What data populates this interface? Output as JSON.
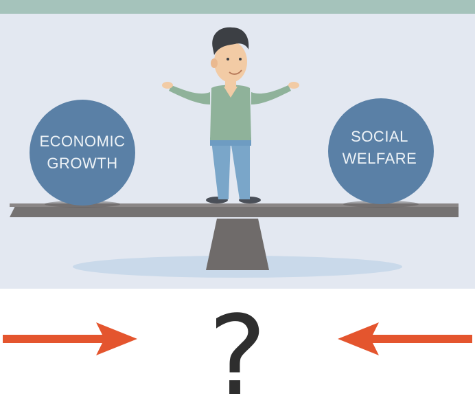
{
  "scene": {
    "left_ball_label": [
      "ECONOMIC",
      "GROWTH"
    ],
    "right_ball_label": [
      "SOCIAL",
      "WELFARE"
    ],
    "question_mark": "?",
    "colors": {
      "top_band": "#a5c3bb",
      "background_panel": "#e3e8f1",
      "ball": "#5a80a6",
      "beam": "#757272",
      "fulcrum": "#6f6b6a",
      "arrow": "#e4552e",
      "question": "#2e2e2e",
      "shirt": "#8fb29a",
      "pants": "#7aa6c9"
    },
    "icons": [
      "balance-scale",
      "person-shrug",
      "arrow-right",
      "arrow-left"
    ]
  }
}
